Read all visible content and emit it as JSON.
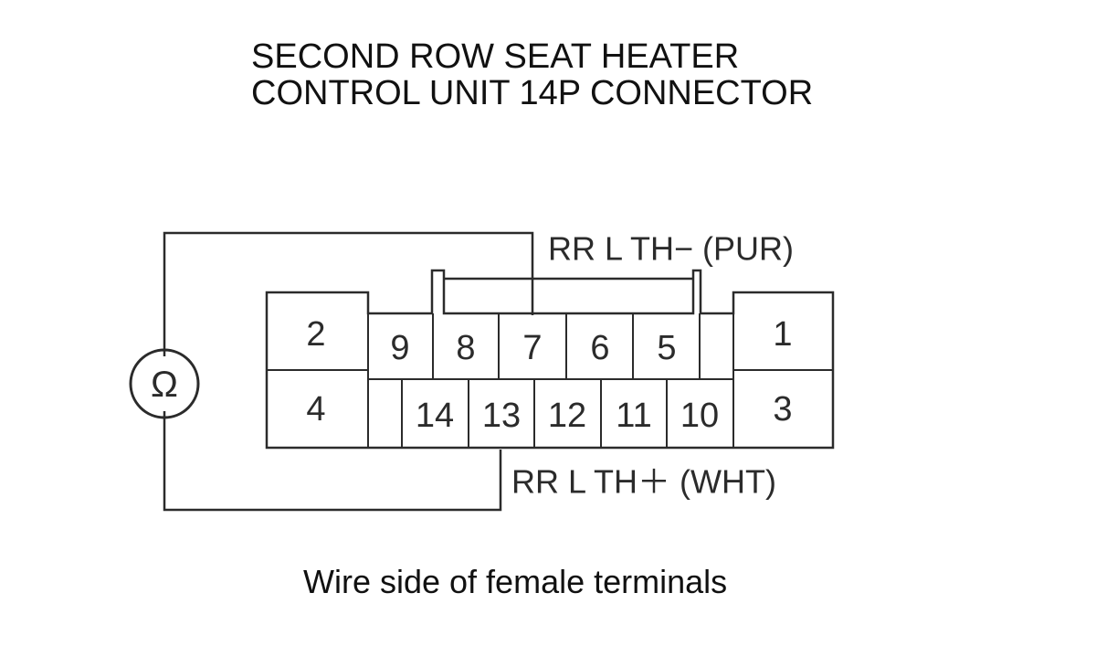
{
  "title": {
    "line1": "SECOND ROW SEAT HEATER",
    "line2": "CONTROL UNIT 14P CONNECTOR"
  },
  "connector": {
    "terminals": [
      "1",
      "2",
      "3",
      "4",
      "5",
      "6",
      "7",
      "8",
      "9",
      "10",
      "11",
      "12",
      "13",
      "14"
    ]
  },
  "probes": {
    "upper": {
      "terminal": "7",
      "label": "RR L TH− (PUR)"
    },
    "lower": {
      "terminal": "13",
      "label": "RR L TH＋ (WHT)"
    }
  },
  "meter": {
    "symbol": "Ω",
    "icon": "ohmmeter-icon"
  },
  "caption": "Wire side of female terminals",
  "colors": {
    "line": "#2b2b2b",
    "housing": "#ffffff",
    "text": "#111111"
  }
}
